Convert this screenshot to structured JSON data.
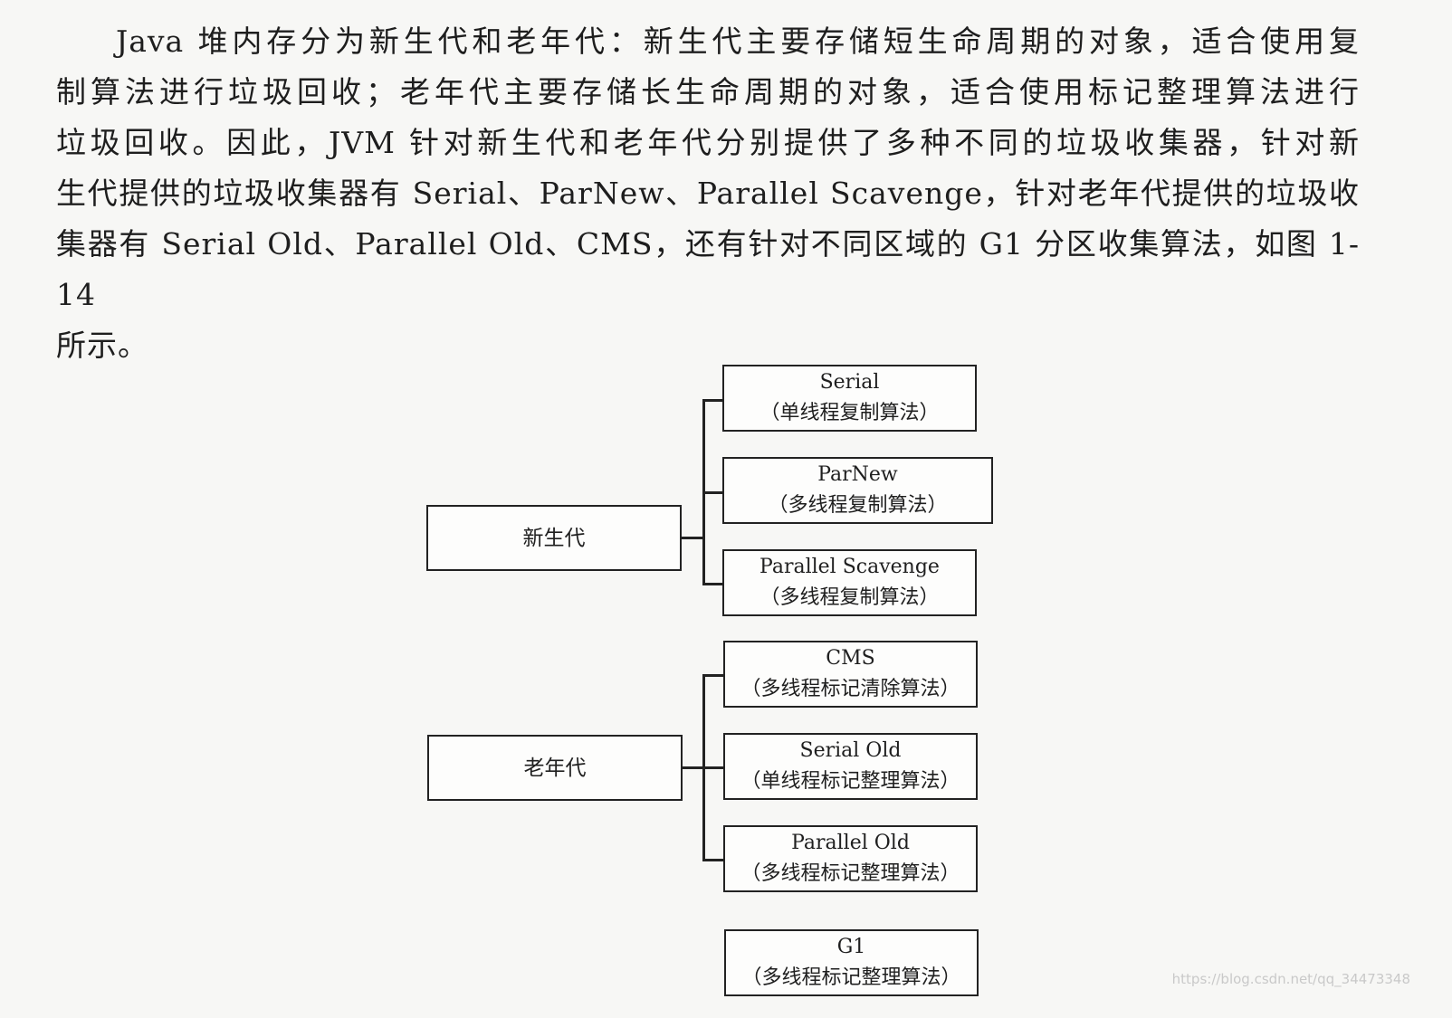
{
  "paragraph": {
    "lines": [
      "Java 堆内存分为新生代和老年代：新生代主要存储短生命周期的对象，适合使用复",
      "制算法进行垃圾回收；老年代主要存储长生命周期的对象，适合使用标记整理算法进行",
      "垃圾回收。因此，JVM 针对新生代和老年代分别提供了多种不同的垃圾收集器，针对新",
      "生代提供的垃圾收集器有 Serial、ParNew、Parallel Scavenge，针对老年代提供的垃圾收",
      "集器有 Serial Old、Parallel Old、CMS，还有针对不同区域的 G1 分区收集算法，如图 1-14",
      "所示。"
    ]
  },
  "diagram": {
    "young_generation": {
      "label": "新生代",
      "collectors": [
        {
          "name": "Serial",
          "algorithm": "（单线程复制算法）"
        },
        {
          "name": "ParNew",
          "algorithm": "（多线程复制算法）"
        },
        {
          "name": "Parallel Scavenge",
          "algorithm": "（多线程复制算法）"
        }
      ]
    },
    "old_generation": {
      "label": "老年代",
      "collectors": [
        {
          "name": "CMS",
          "algorithm": "（多线程标记清除算法）"
        },
        {
          "name": "Serial Old",
          "algorithm": "（单线程标记整理算法）"
        },
        {
          "name": "Parallel Old",
          "algorithm": "（多线程标记整理算法）"
        }
      ]
    },
    "g1": {
      "name": "G1",
      "algorithm": "（多线程标记整理算法）"
    }
  },
  "watermark": "https://blog.csdn.net/qq_34473348"
}
